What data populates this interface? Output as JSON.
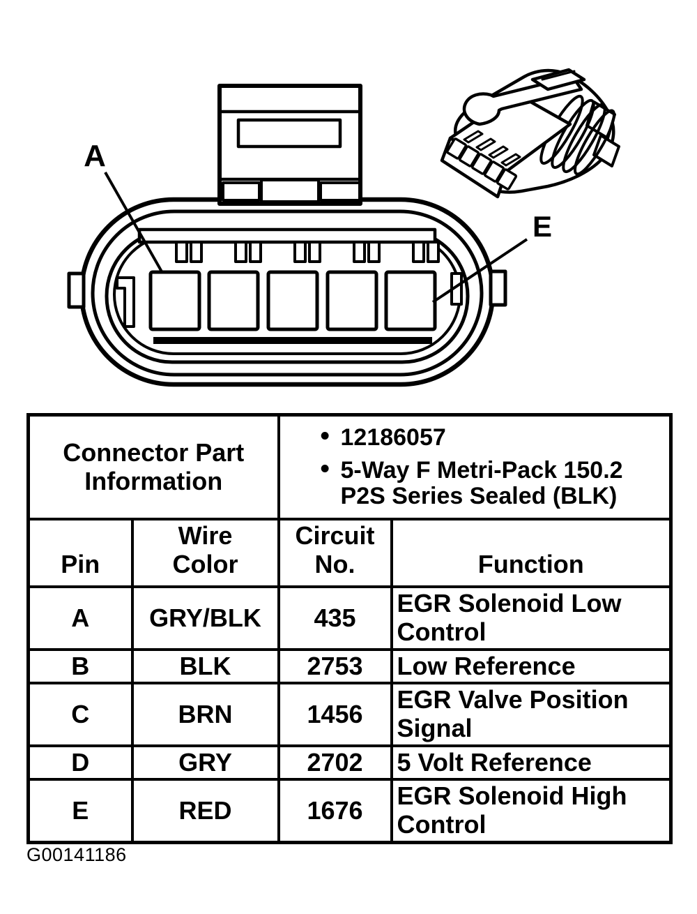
{
  "page": {
    "background": "#ffffff",
    "ink": "#000000"
  },
  "diagram": {
    "pin_label_a": "A",
    "pin_label_e": "E",
    "figure_id": "G00141186"
  },
  "table": {
    "part_info": "Connector Part\nInformation",
    "bullets": [
      "12186057",
      "5-Way F Metri-Pack 150.2 P2S Series Sealed (BLK)"
    ],
    "columns": [
      "Pin",
      "Wire\nColor",
      "Circuit\nNo.",
      "Function"
    ],
    "rows": [
      {
        "pin": "A",
        "wire_color": "GRY/BLK",
        "circuit_no": "435",
        "function": "EGR Solenoid Low Control"
      },
      {
        "pin": "B",
        "wire_color": "BLK",
        "circuit_no": "2753",
        "function": "Low Reference"
      },
      {
        "pin": "C",
        "wire_color": "BRN",
        "circuit_no": "1456",
        "function": "EGR Valve Position Signal"
      },
      {
        "pin": "D",
        "wire_color": "GRY",
        "circuit_no": "2702",
        "function": "5 Volt Reference"
      },
      {
        "pin": "E",
        "wire_color": "RED",
        "circuit_no": "1676",
        "function": "EGR Solenoid High Control"
      }
    ]
  }
}
